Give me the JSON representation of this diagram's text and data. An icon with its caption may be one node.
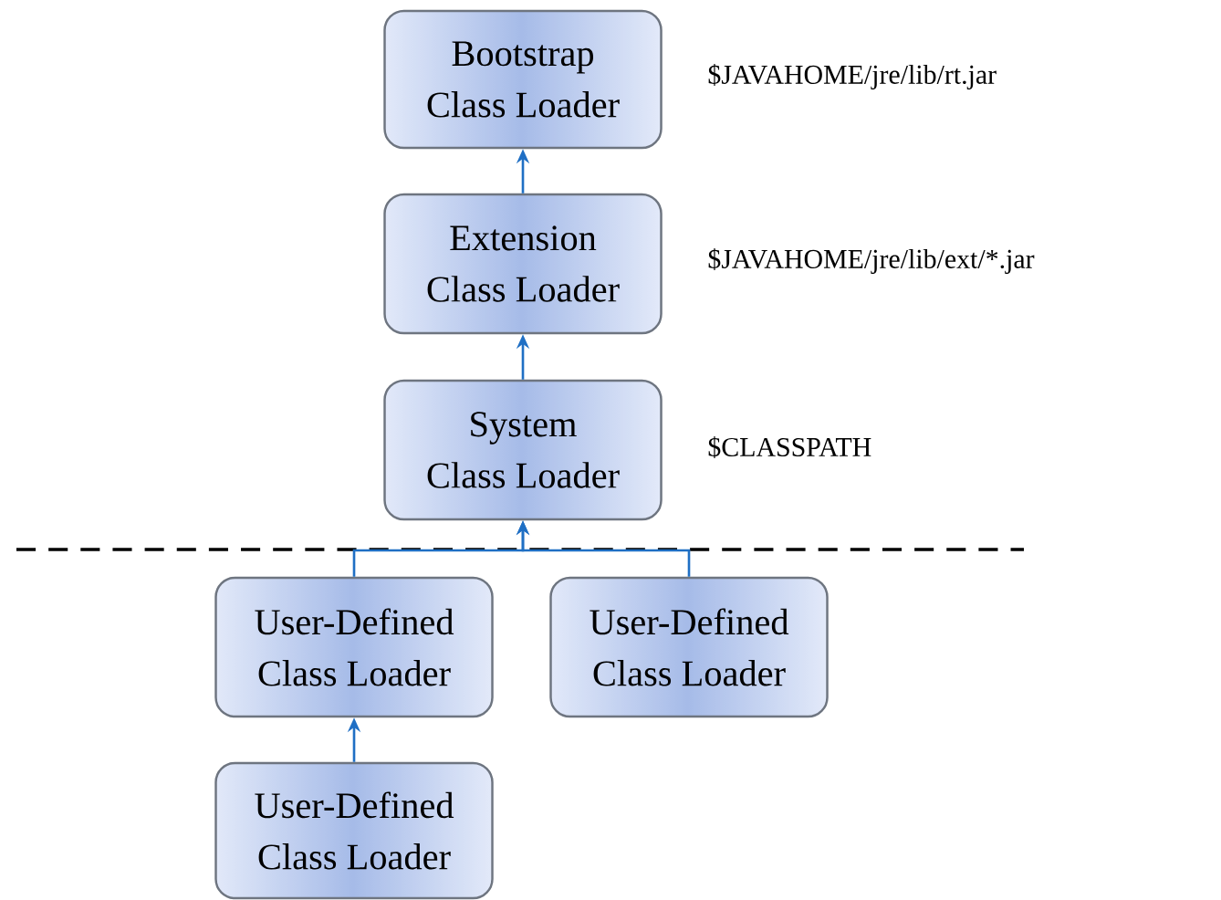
{
  "diagram": {
    "nodes": [
      {
        "text": [
          "Bootstrap",
          "Class Loader"
        ],
        "beside": [
          "$JAVAHOME/jre/lib/rt.jar"
        ]
      },
      {
        "text": [
          "Extension",
          "Class Loader"
        ],
        "beside": [
          "$JAVAHOME/jre/lib/ext/*.jar"
        ]
      },
      {
        "text": [
          "System",
          "Class Loader"
        ],
        "beside": [
          "$CLASSPATH"
        ]
      },
      {
        "text": [
          "User-Defined",
          "Class Loader"
        ]
      },
      {
        "text": [
          "User-Defined",
          "Class Loader"
        ]
      },
      {
        "text": [
          "User-Defined",
          "Class Loader"
        ]
      }
    ],
    "edges": [
      {
        "from": 1,
        "to": 0,
        "arrow": "to"
      },
      {
        "from": 2,
        "to": 1,
        "arrow": "to"
      },
      {
        "from": 3,
        "to": 2,
        "arrow": "to"
      },
      {
        "from": 4,
        "to": 2,
        "arrow": "to"
      },
      {
        "from": 5,
        "to": 3,
        "arrow": "to"
      }
    ]
  }
}
